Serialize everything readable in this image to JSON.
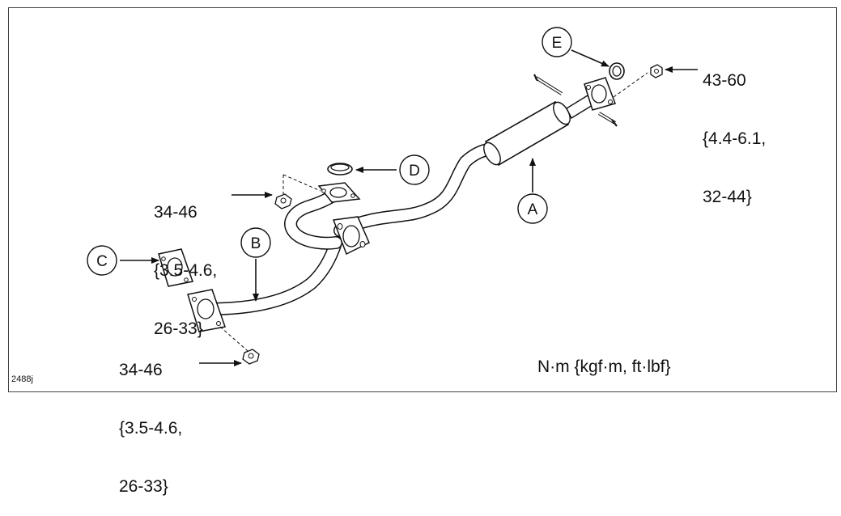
{
  "figure_id": "2488j",
  "unit_note": "N·m {kgf·m, ft·lbf}",
  "callouts": [
    "A",
    "B",
    "C",
    "D",
    "E"
  ],
  "torque_specs": {
    "flange_nut_front": [
      "34-46",
      "{3.5-4.6,",
      "26-33}"
    ],
    "flange_nut_lower": [
      "34-46",
      "{3.5-4.6,",
      "26-33}"
    ],
    "muffler_nut": [
      "43-60",
      "{4.4-6.1,",
      "32-44}"
    ]
  }
}
